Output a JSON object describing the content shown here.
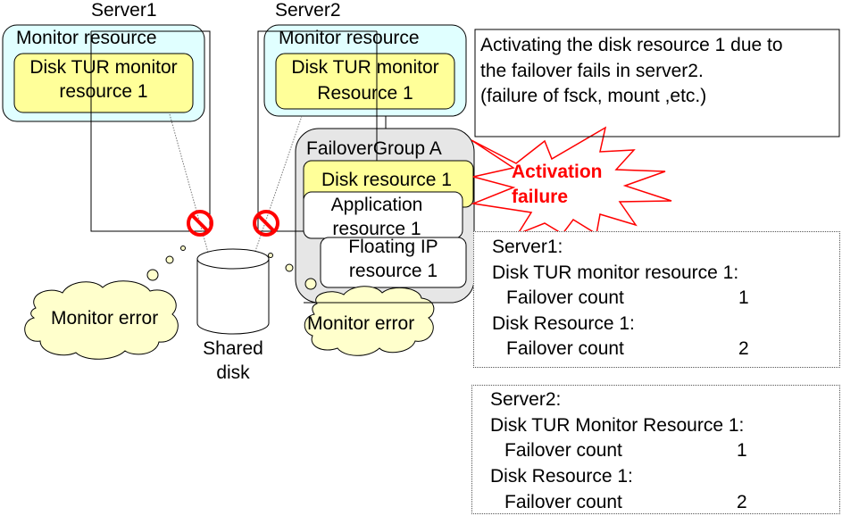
{
  "servers": [
    {
      "label": "Server1",
      "monitor_group_label": "Monitor resource",
      "monitor_item_label_line1": "Disk TUR monitor",
      "monitor_item_label_line2": "resource 1"
    },
    {
      "label": "Server2",
      "monitor_group_label": "Monitor resource",
      "monitor_item_label_line1": "Disk TUR monitor",
      "monitor_item_label_line2": "Resource 1"
    }
  ],
  "failover_group": {
    "label": "FailoverGroup A",
    "resources": [
      {
        "line1": "Disk resource 1",
        "line2": ""
      },
      {
        "line1": "Application",
        "line2": "resource 1"
      },
      {
        "line1": "Floating IP",
        "line2": "resource 1"
      }
    ]
  },
  "shared_disk": {
    "line1": "Shared",
    "line2": "disk"
  },
  "callouts": {
    "monitor_error_left": "Monitor error",
    "monitor_error_right": "Monitor error",
    "activation_failure_line1": "Activation",
    "activation_failure_line2": "failure"
  },
  "note": {
    "line1": "Activating the disk resource 1 due to",
    "line2": "the failover fails in server2.",
    "line3": "(failure of fsck, mount ,etc.)"
  },
  "status_panels": [
    {
      "title": "Server1:",
      "monitor_label": "Disk TUR monitor resource 1:",
      "monitor_count_label": "Failover count",
      "monitor_count_value": "1",
      "disk_label": "Disk Resource 1:",
      "disk_count_label": "Failover count",
      "disk_count_value": "2"
    },
    {
      "title": "Server2:",
      "monitor_label": "Disk TUR Monitor Resource 1:",
      "monitor_count_label": "Failover count",
      "monitor_count_value": "1",
      "disk_label": "Disk Resource 1:",
      "disk_count_label": "Failover count",
      "disk_count_value": "2"
    }
  ],
  "colors": {
    "monitor_group_fill": "#e0ffff",
    "monitor_item_fill": "#ffff99",
    "failover_group_fill": "#e6e6e6",
    "cloud_fill": "#ffffcc",
    "alert_red": "#ff0000"
  }
}
